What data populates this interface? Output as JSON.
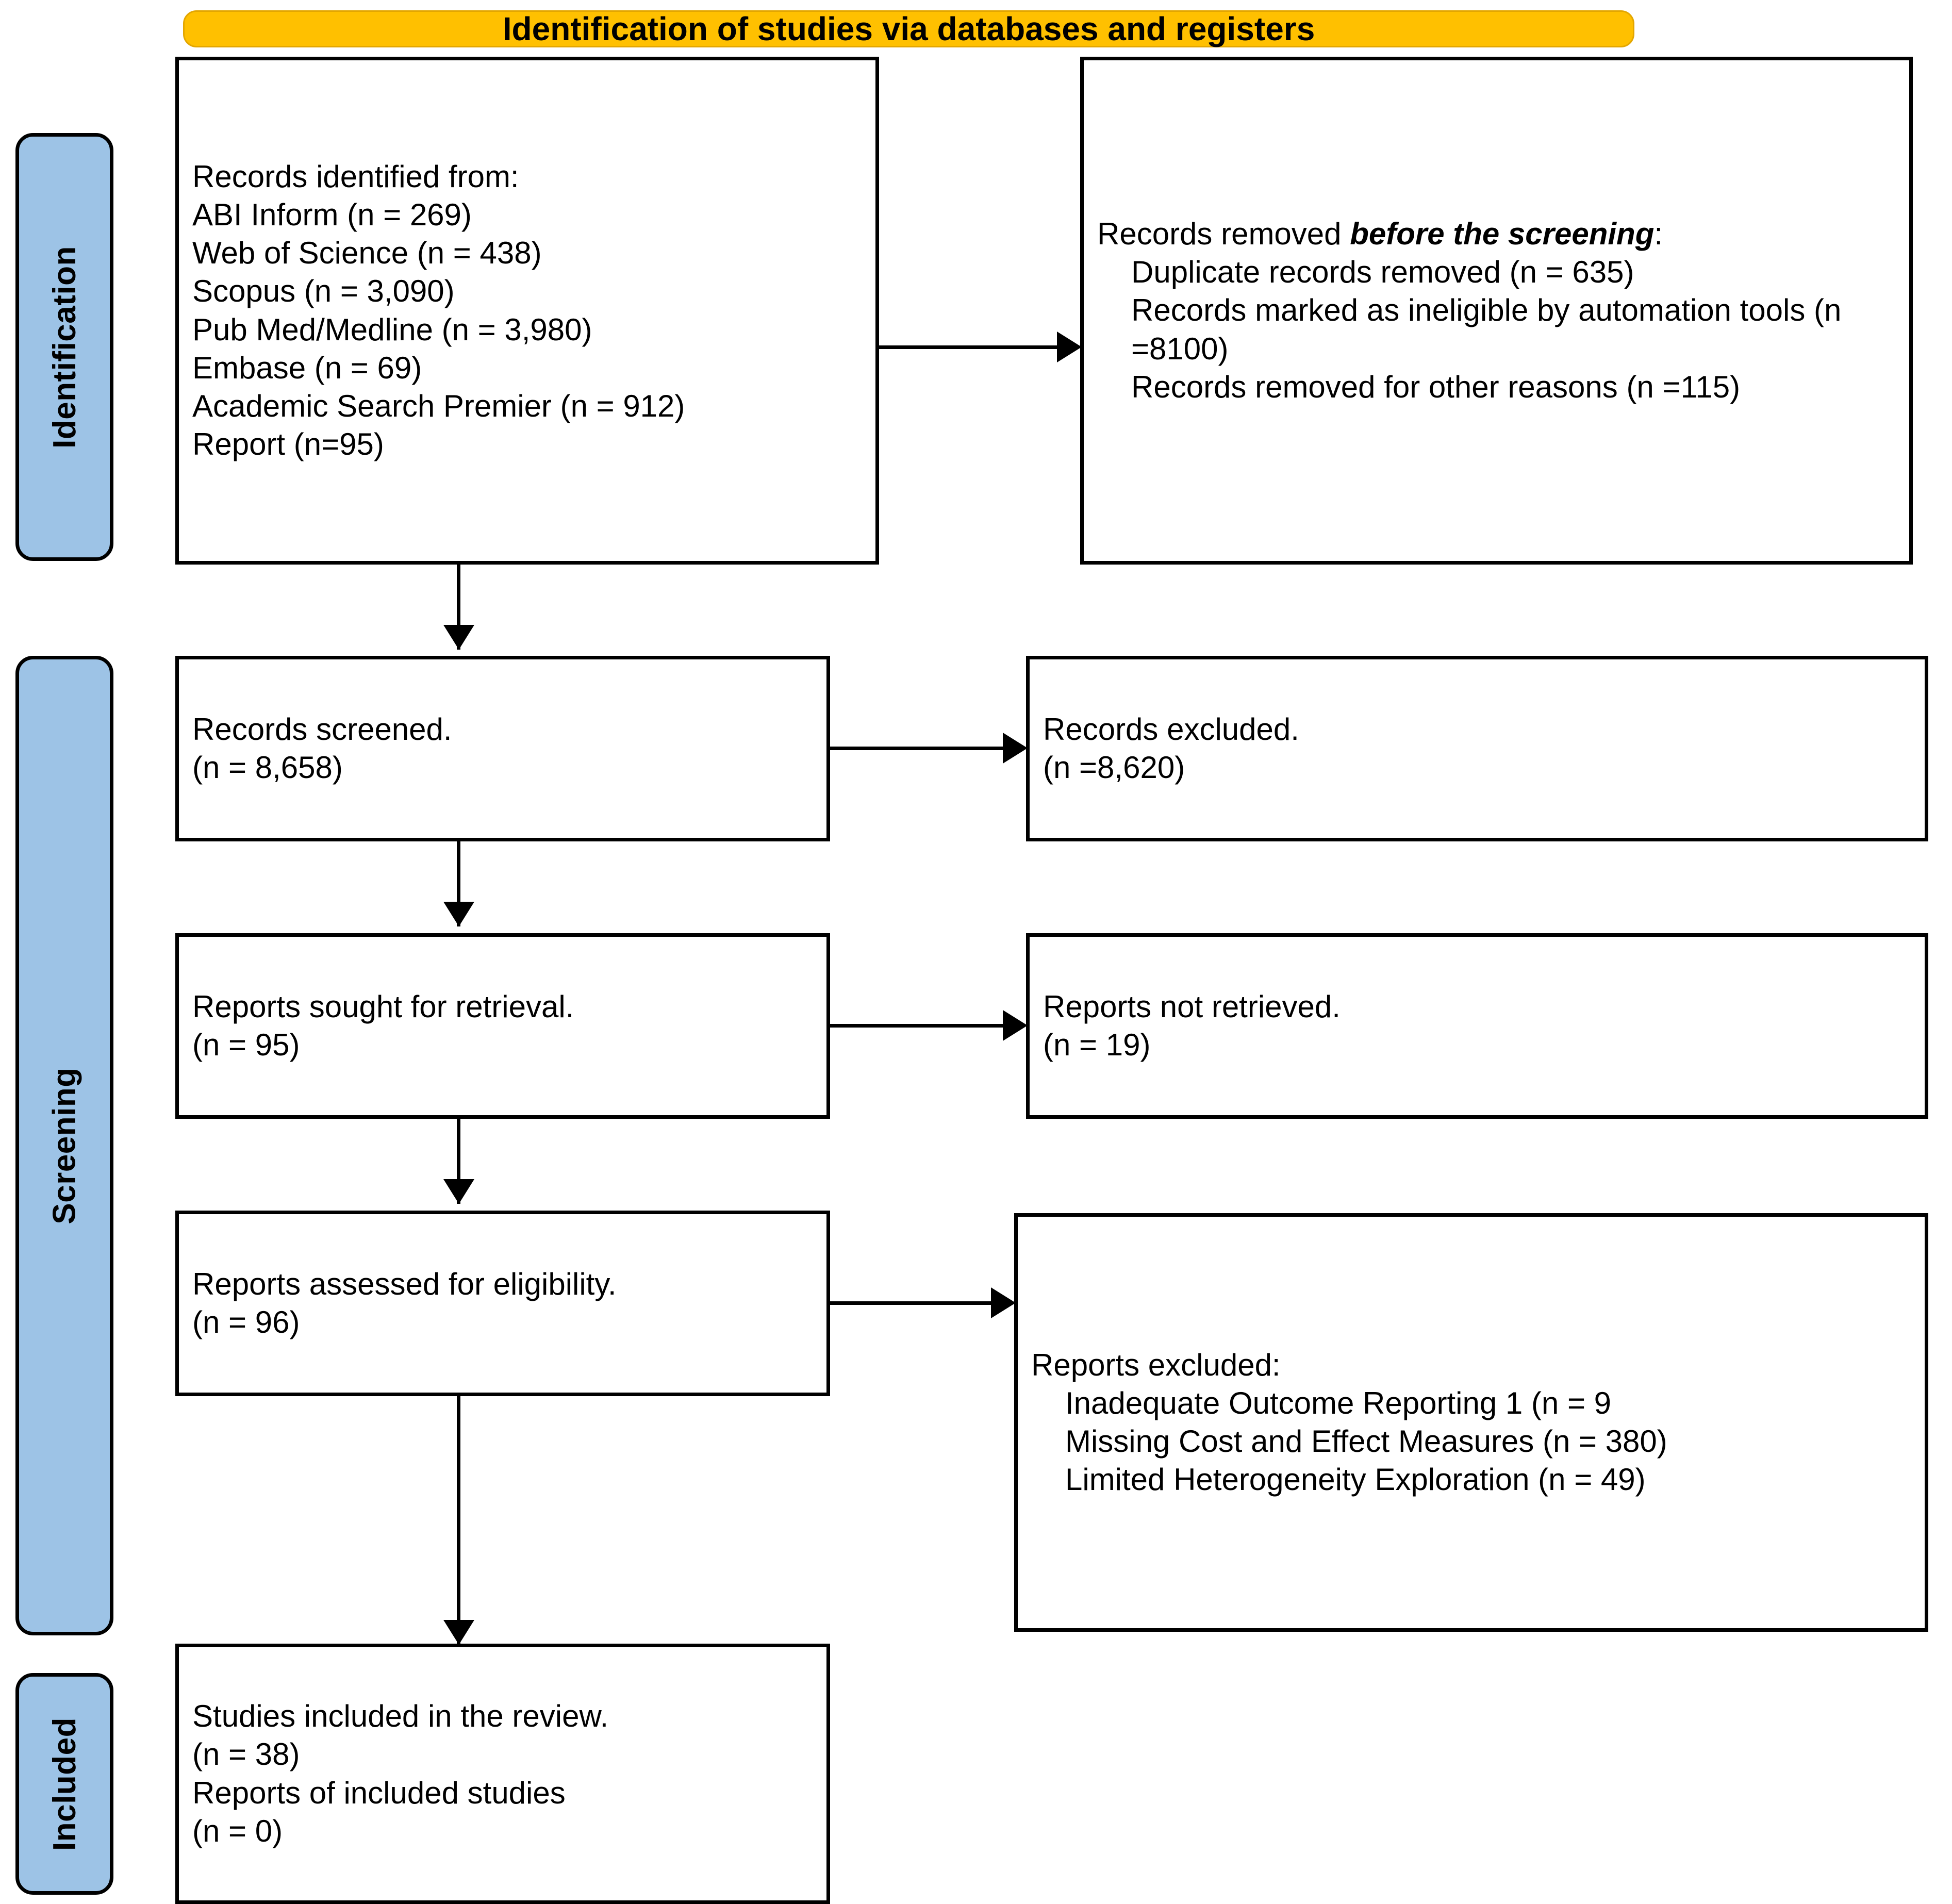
{
  "header": {
    "title": "Identification of studies via databases and registers",
    "background_color": "#FFC000"
  },
  "phases": {
    "tab_color": "#9DC3E6",
    "identification": "Identification",
    "screening": "Screening",
    "included": "Included"
  },
  "boxes": {
    "records_identified": {
      "lines": [
        "Records identified from:",
        "ABI Inform (n = 269)",
        "Web of Science (n = 438)",
        "Scopus (n = 3,090)",
        "Pub Med/Medline (n = 3,980)",
        "Embase (n = 69)",
        "Academic Search Premier (n = 912)",
        "Report (n=95)"
      ]
    },
    "records_removed": {
      "title_prefix": "Records removed ",
      "title_emphasis": "before the screening",
      "title_suffix": ":",
      "items": [
        "Duplicate records removed (n = 635)",
        "Records marked as ineligible by automation tools (n =8100)",
        "Records removed for other reasons (n =115)"
      ]
    },
    "records_screened": {
      "lines": [
        "Records screened.",
        "(n = 8,658)"
      ]
    },
    "records_excluded": {
      "lines": [
        "Records excluded.",
        "(n =8,620)"
      ]
    },
    "reports_sought": {
      "lines": [
        "Reports sought for retrieval.",
        "(n = 95)"
      ]
    },
    "reports_not_retrieved": {
      "lines": [
        "Reports not retrieved.",
        "(n = 19)"
      ]
    },
    "reports_assessed": {
      "lines": [
        "Reports assessed for eligibility.",
        "(n = 96)"
      ]
    },
    "reports_excluded": {
      "title": "Reports excluded:",
      "items": [
        "Inadequate Outcome Reporting 1 (n = 9",
        "Missing Cost and Effect Measures (n = 380)",
        "Limited Heterogeneity Exploration (n = 49)"
      ]
    },
    "studies_included": {
      "lines": [
        "Studies included in the review.",
        "(n = 38)",
        "Reports of included studies",
        "(n = 0)"
      ]
    }
  }
}
